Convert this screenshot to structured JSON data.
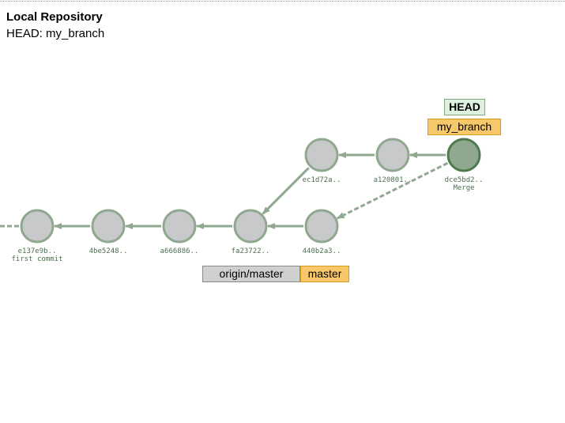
{
  "repo": {
    "title": "Local Repository",
    "head_line": "HEAD: my_branch"
  },
  "commits": [
    {
      "id": "e137e9b..",
      "message": "first commit",
      "color": "#c8c9ca"
    },
    {
      "id": "4be5248..",
      "message": "",
      "color": "#c8c9ca"
    },
    {
      "id": "a666886..",
      "message": "",
      "color": "#c8c9ca"
    },
    {
      "id": "fa23722..",
      "message": "",
      "color": "#c8c9ca"
    },
    {
      "id": "440b2a3..",
      "message": "",
      "color": "#c8c9ca"
    },
    {
      "id": "ec1d72a..",
      "message": "",
      "color": "#c8c9ca"
    },
    {
      "id": "a120801..",
      "message": "",
      "color": "#c8c9ca"
    },
    {
      "id": "dce5bd2..",
      "message": "Merge",
      "color": "#8fa88f"
    }
  ],
  "refs": {
    "head": "HEAD",
    "my_branch": "my_branch",
    "origin_master": "origin/master",
    "master": "master"
  },
  "colors": {
    "node_stroke": "#8fa88f",
    "head_node_stroke": "#4f7a4f",
    "edge": "#8fa88f",
    "branch_tag": "#f7c86a",
    "remote_tag": "#cfd0d0",
    "head_tag": "#dff2df"
  }
}
